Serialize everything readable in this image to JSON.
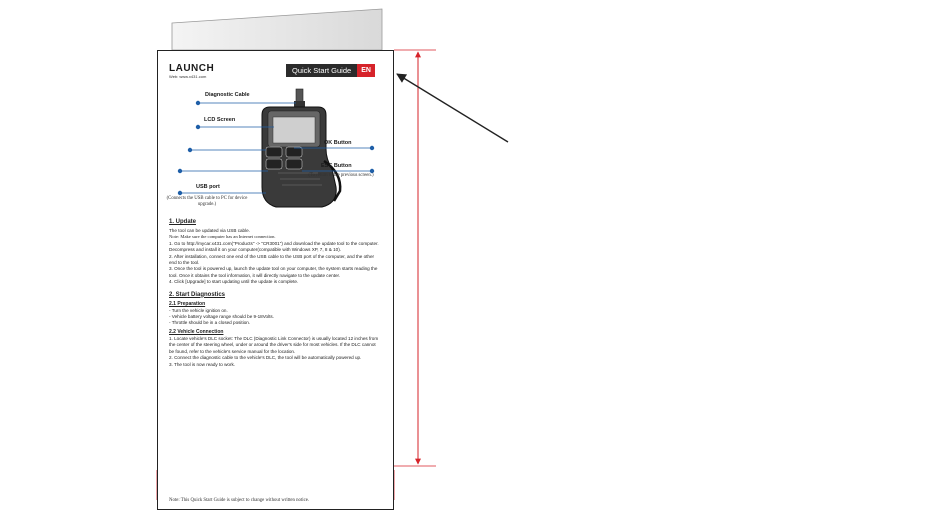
{
  "brand": "LAUNCH",
  "website": "Web: www.x431.com",
  "header": {
    "title": "Quick Start Guide",
    "lang": "EN"
  },
  "callouts": {
    "diagnostic_cable": "Diagnostic Cable",
    "lcd_screen": "LCD Screen",
    "ok_button": "OK Button",
    "esc_button": "ESC Button",
    "esc_note": "(To return to the previous screen.)",
    "usb_port": "USB port",
    "usb_note": "(Connects the USB cable to PC for device upgrade.)"
  },
  "update": {
    "heading": "1. Update",
    "intro": "The tool can be updated via USB cable.",
    "note": "Note: Make sure the computer has an Internet connection.",
    "steps": [
      "1. Go to http://mycar.x431.com(\"Products\" -> \"CR3001\") and download the update tool to the computer. Decompress and install it on your computer(compatible with Windows XP, 7, 8 & 10).",
      "2. After installation, connect one end of the USB cable to the USB port of the computer, and the other end to the tool.",
      "3. Once the tool is powered up, launch the update tool on your computer, the system starts reading the tool. Once it obtains the tool information, it will directly navigate to the update center.",
      "4. Click [Upgrade] to start updating until the update is complete."
    ]
  },
  "diagnostics": {
    "heading": "2. Start Diagnostics",
    "prep_heading": "2.1 Preparation",
    "prep_items": [
      "- Turn the vehicle ignition on.",
      "- Vehicle battery voltage range should be 9-18Volts.",
      "- Throttle should be in a closed position."
    ],
    "conn_heading": "2.2 Vehicle Connection",
    "conn_steps": [
      "1. Locate vehicle's DLC socket: The DLC (Diagnostic Link Connector) is usually located 12 inches from the center of the steering wheel, under or around the driver's side for most vehicles. If the DLC cannot be found, refer to the vehicle's service manual for the location.",
      "2. Connect the diagnostic cable to the vehicle's DLC, the tool will be automatically powered up.",
      "3. The tool is now ready to work."
    ]
  },
  "footer_note": "Note: This Quick Start Guide is subject to change without written notice.",
  "colors": {
    "accent": "#d6232a",
    "dimension_line": "#d6232a",
    "title_bar": "#2b2b2b",
    "callout_line": "#1f5fa8"
  }
}
